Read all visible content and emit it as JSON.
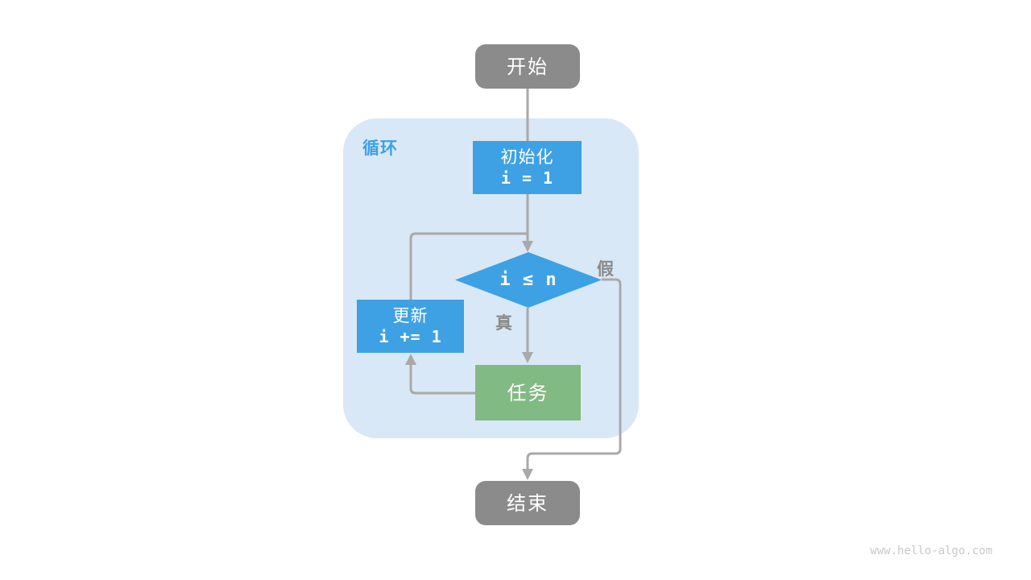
{
  "diagram": {
    "loop_region": {
      "label": "循环"
    },
    "nodes": {
      "start": {
        "label": "开始"
      },
      "init": {
        "title": "初始化",
        "code": "i = 1"
      },
      "condition": {
        "code": "i ≤ n"
      },
      "update": {
        "title": "更新",
        "code": "i += 1"
      },
      "task": {
        "label": "任务"
      },
      "end": {
        "label": "结束"
      }
    },
    "branch_labels": {
      "true_label": "真",
      "false_label": "假"
    },
    "watermark": "www.hello-algo.com",
    "colors": {
      "process_blue": "#3EA1E4",
      "loop_region_bg": "#D9E8F6",
      "task_green": "#82BA83",
      "terminal_gray": "#8B8B8B",
      "connector_gray": "#A9A9A9",
      "branch_label_gray": "#8A8A8A",
      "watermark_gray": "#C9C9C9"
    }
  }
}
